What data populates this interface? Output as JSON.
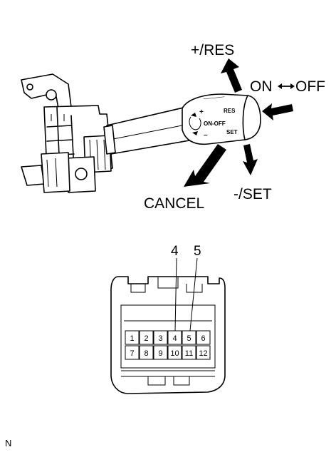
{
  "labels": {
    "res": "+/RES",
    "on": "ON",
    "off": "OFF",
    "cancel": "CANCEL",
    "set": "-/SET",
    "pin_a": "4",
    "pin_b": "5",
    "corner": "N"
  },
  "lever_text": {
    "plus": "+",
    "res": "RES",
    "onoff": "ON-OFF",
    "minus": "–",
    "set": "SET"
  },
  "connector": {
    "row1": [
      "1",
      "2",
      "3",
      "4",
      "5",
      "6"
    ],
    "row2": [
      "7",
      "8",
      "9",
      "10",
      "11",
      "12"
    ]
  }
}
